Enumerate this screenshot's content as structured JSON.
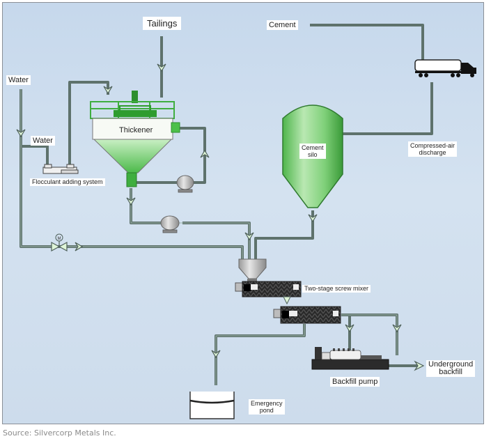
{
  "diagram": {
    "title": "Paste backfill process flow",
    "labels": {
      "tailings": "Tailings",
      "cement": "Cement",
      "water_main": "Water",
      "water_branch": "Water",
      "flocculant": "Flocculant adding system",
      "thickener": "Thickener",
      "cement_silo": "Cement\nsilo",
      "compressed_air": "Compressed-air\ndischarge",
      "mixer": "Two-stage screw mixer",
      "backfill_pump": "Backfill pump",
      "underground_backfill": "Underground\nbackfill",
      "emergency_pond": "Emergency\npond",
      "valve_marker": "M"
    },
    "colors": {
      "pipe": "#5e726c",
      "pipe_highlight": "#8fa79e",
      "green_equipment": "#3fae3f",
      "green_light": "#c8eec0",
      "background": "#cddcec"
    }
  },
  "footer": {
    "source": "Source: Silvercorp Metals Inc."
  }
}
